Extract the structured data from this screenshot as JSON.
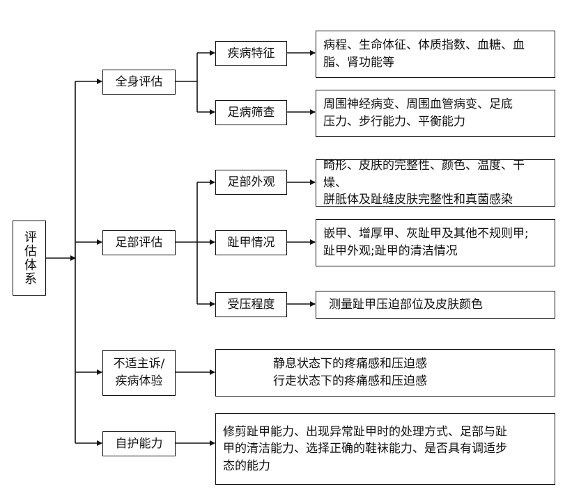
{
  "root": "评估体系",
  "l1": {
    "systemic": "全身评估",
    "foot": "足部评估",
    "discomfort": [
      "不适主诉/",
      "疾病体验"
    ],
    "selfcare": "自护能力"
  },
  "l2": {
    "disease_features": "疾病特征",
    "foot_screening": "足病筛查",
    "foot_appearance": "足部外观",
    "toenail_status": "趾甲情况",
    "pressure_degree": "受压程度"
  },
  "details": {
    "disease_features": [
      "病程、生命体征、体质指数、血糖、血",
      "脂、肾功能等"
    ],
    "foot_screening": [
      "周围神经病变、周围血管病变、足底",
      "压力、步行能力、平衡能力"
    ],
    "foot_appearance": [
      "畸形、皮肤的完整性、颜色、温度、干燥、",
      "胼胝体及趾缝皮肤完整性和真菌感染"
    ],
    "toenail_status": [
      "嵌甲、增厚甲、灰趾甲及其他不规则甲;",
      "趾甲外观;趾甲的清洁情况"
    ],
    "pressure_degree": [
      "测量趾甲压迫部位及皮肤颜色"
    ],
    "discomfort": [
      "静息状态下的疼痛感和压迫感",
      "行走状态下的疼痛感和压迫感"
    ],
    "selfcare": [
      "修剪趾甲能力、出现异常趾甲时的处理方式、足部与趾",
      "甲的清洁能力、选择正确的鞋袜能力、是否具有调适步",
      "态的能力"
    ]
  }
}
